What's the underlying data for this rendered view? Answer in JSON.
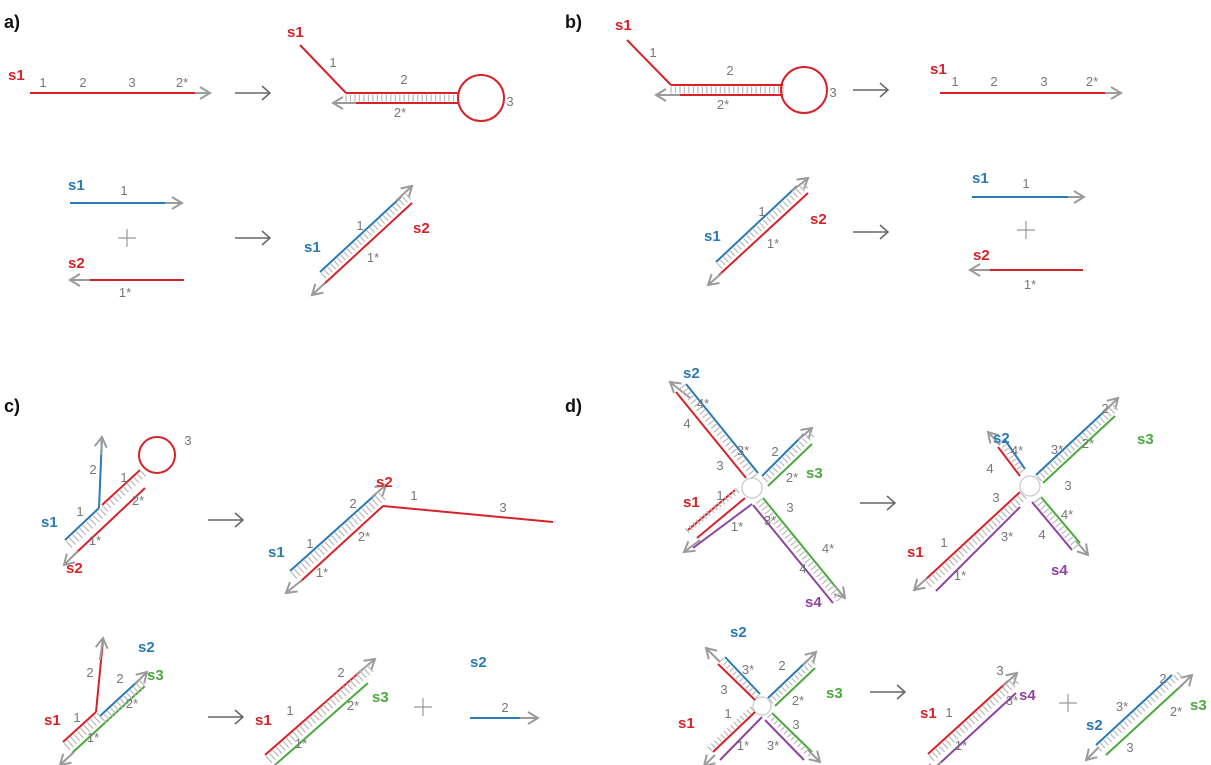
{
  "colors": {
    "red": "#d6232a",
    "blue": "#2a7ab5",
    "green": "#4aaa3c",
    "purple": "#8e44a1",
    "grey": "#9b9b9b",
    "hatch": "#b9b9b9",
    "text": "#777777"
  },
  "panels": {
    "a": "a)",
    "b": "b)",
    "c": "c)",
    "d": "d)"
  },
  "strands": {
    "s1": "s1",
    "s2": "s2",
    "s3": "s3",
    "s4": "s4"
  },
  "domains": {
    "d1": "1",
    "d2": "2",
    "d3": "3",
    "d4": "4",
    "d1c": "1*",
    "d2c": "2*",
    "d3c": "3*",
    "d4c": "4*"
  }
}
